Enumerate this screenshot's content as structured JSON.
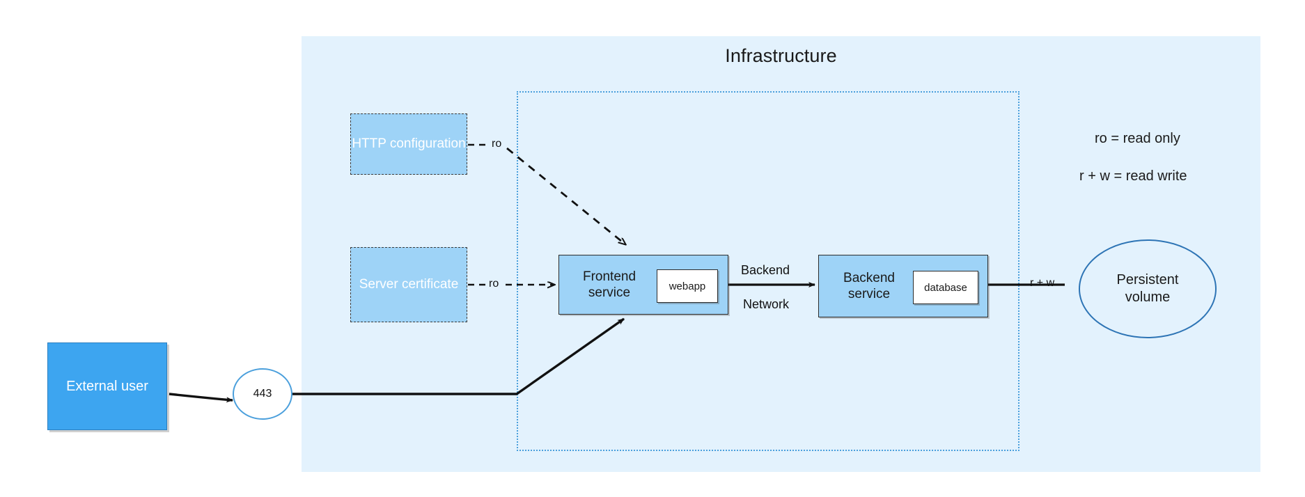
{
  "diagram": {
    "title": "Infrastructure",
    "background": "#ffffff",
    "colors": {
      "infrastructure_fill": "#e3f2fd",
      "node_fill": "#9ed3f7",
      "user_fill": "#3da5f0",
      "network_border": "#4a9fdc",
      "volume_border": "#2d74b5",
      "container_fill": "#ffffff",
      "edge": "#111111"
    }
  },
  "nodes": {
    "http_configuration": {
      "label": "HTTP configuration"
    },
    "server_certificate": {
      "label": "Server certificate"
    },
    "frontend_service": {
      "label_line1": "Frontend",
      "label_line2": "service",
      "container": "webapp"
    },
    "backend_service": {
      "label_line1": "Backend",
      "label_line2": "service",
      "container": "database"
    },
    "persistent_volume": {
      "label_line1": "Persistent",
      "label_line2": "volume"
    },
    "external_user": {
      "label": "External user"
    },
    "port": {
      "label": "443"
    }
  },
  "edges": {
    "http_to_frontend": {
      "label": "ro"
    },
    "cert_to_frontend": {
      "label": "ro"
    },
    "frontend_to_backend": {
      "label_line1": "Backend",
      "label_line2": "Network"
    },
    "backend_to_volume": {
      "label": "r + w"
    }
  },
  "legend": [
    {
      "text": "ro = read only"
    },
    {
      "text": "r + w = read write"
    }
  ]
}
